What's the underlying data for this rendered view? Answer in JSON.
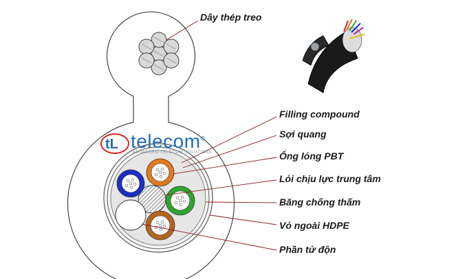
{
  "labels": {
    "messenger_wire": "Dây thép treo",
    "filling_compound": "Filling compound",
    "optical_fiber": "Sợi quang",
    "loose_tube": "Ống lỏng PBT",
    "central_strength_member": "Lỏi chịu lực trung tâm",
    "water_blocking_tape": "Băng chống thấm",
    "outer_sheath": "Vỏ ngoài HDPE",
    "filler": "Phần tử độn"
  },
  "logo": {
    "mark": "tL",
    "word": "telecom",
    "trademark": "®",
    "tagline": "ADVANCED TELECOM SOLUTIONS"
  },
  "colors": {
    "tube_orange": "#e07b1c",
    "tube_blue": "#1c2fc4",
    "tube_green": "#2fa52f",
    "tube_brown": "#b5651d",
    "logo_blue": "#1f6cb5",
    "logo_red": "#d7261e"
  }
}
